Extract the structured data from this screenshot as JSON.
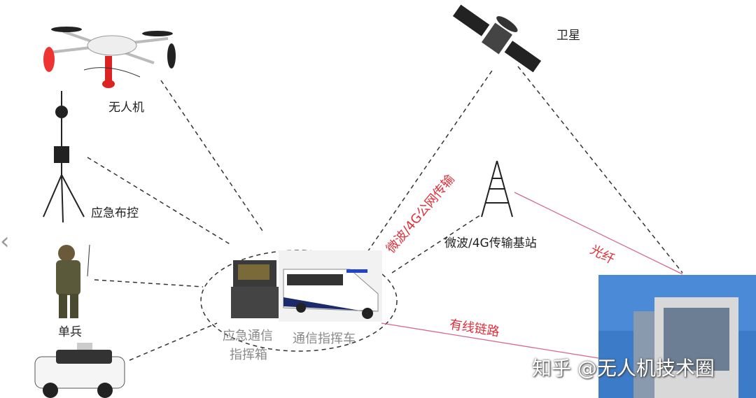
{
  "nodes": {
    "drone": "无人机",
    "tripod": "应急布控",
    "soldier": "单兵",
    "satellite": "卫星",
    "tower": "微波/4G传输基站",
    "case_line1": "应急通信",
    "case_line2": "指挥箱",
    "van": "通信指挥车"
  },
  "links": {
    "microwave": "微波/4G公网传输",
    "fiber": "光纤",
    "wired": "有线链路"
  },
  "watermark": "知乎 @无人机技术圈",
  "nav": {
    "prev_icon": "chevron-left-icon"
  },
  "colors": {
    "link_red": "#e0303a",
    "dashed": "#333333",
    "fiber_line": "#d46a8a"
  }
}
